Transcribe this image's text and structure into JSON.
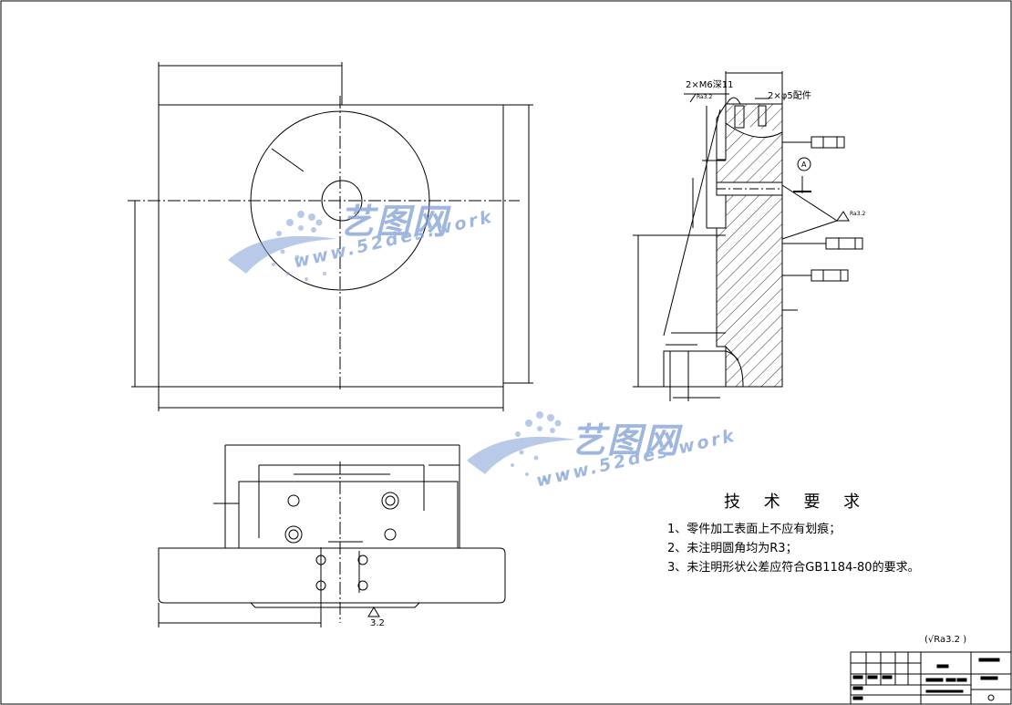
{
  "drawing": {
    "technical_requirements": {
      "title": "技 术 要 求",
      "items": [
        "1、零件加工表面上不应有划痕；",
        "2、未注明圆角均为R3；",
        "3、未注明形状公差应符合GB1184-80的要求。"
      ]
    },
    "side_view_labels": {
      "hole_note_top": "2×M6深11",
      "pin_note": "2×φ5配件",
      "roughness_left": "Ra3.2",
      "roughness_right": "Ra3.2",
      "datum": "A",
      "bottom_roughness": "3.2",
      "global_roughness": "Ra3.2"
    },
    "watermarks": [
      {
        "cn": "艺图网",
        "url": "www.52des.work"
      },
      {
        "cn": "艺图网",
        "url": "www.52des.work"
      }
    ],
    "colors": {
      "line": "#000000",
      "watermark": "#7f9fd6"
    }
  }
}
